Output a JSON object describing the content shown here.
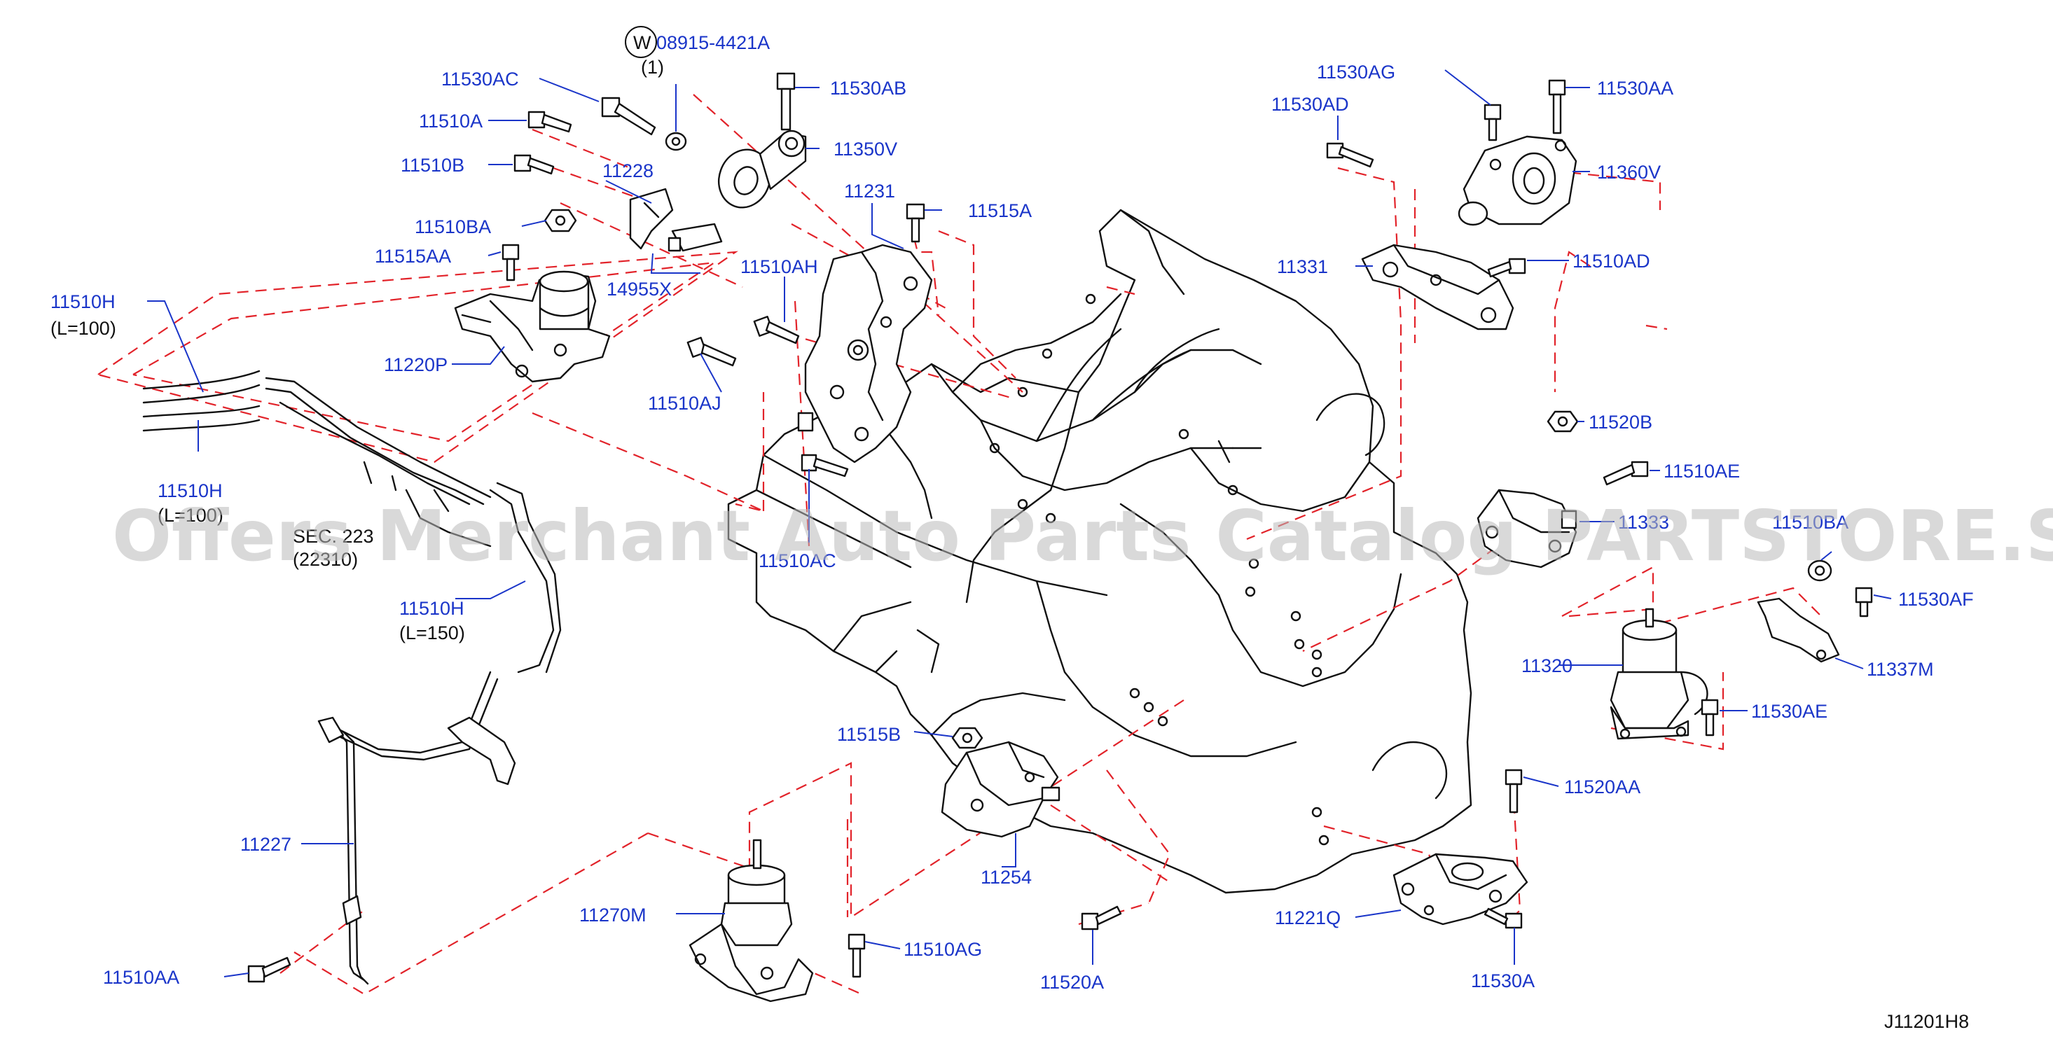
{
  "diagram_code": "J11201H8",
  "watermark": "Offers Merchant Auto Parts Catalog PARTSTORE.SA",
  "washer_ref": {
    "symbol": "W",
    "part": "08915-4421A",
    "qty": "(1)"
  },
  "hose_notes": {
    "upper_len": "(L=100)",
    "lower_len": "(L=150)",
    "obscured_len": "(L=100)",
    "section_ref": "SEC. 223",
    "section_num": "(22310)"
  },
  "labels": {
    "p11530AC": "11530AC",
    "p11510A": "11510A",
    "p11510B": "11510B",
    "p11510BA": "11510BA",
    "p11515AA": "11515AA",
    "p11510H": "11510H",
    "p11220P": "11220P",
    "p11228": "11228",
    "p14955X": "14955X",
    "p11530AB": "11530AB",
    "p11350V": "11350V",
    "p11231": "11231",
    "p11515A": "11515A",
    "p11510AH": "11510AH",
    "p11510AJ": "11510AJ",
    "p11510AC": "11510AC",
    "p11530AG": "11530AG",
    "p11530AA": "11530AA",
    "p11530AD": "11530AD",
    "p11360V": "11360V",
    "p11331": "11331",
    "p11510AD": "11510AD",
    "p11520B": "11520B",
    "p11510AE": "11510AE",
    "p11333": "11333",
    "p11510BAr": "11510BA",
    "p11530AF": "11530AF",
    "p11320": "11320",
    "p11337M": "11337M",
    "p11530AE": "11530AE",
    "p11515B": "11515B",
    "p11254": "11254",
    "p11227": "11227",
    "p11270M": "11270M",
    "p11510AG": "11510AG",
    "p11510AA": "11510AA",
    "p11520A": "11520A",
    "p11520AA": "11520AA",
    "p11221Q": "11221Q",
    "p11530A": "11530A"
  }
}
